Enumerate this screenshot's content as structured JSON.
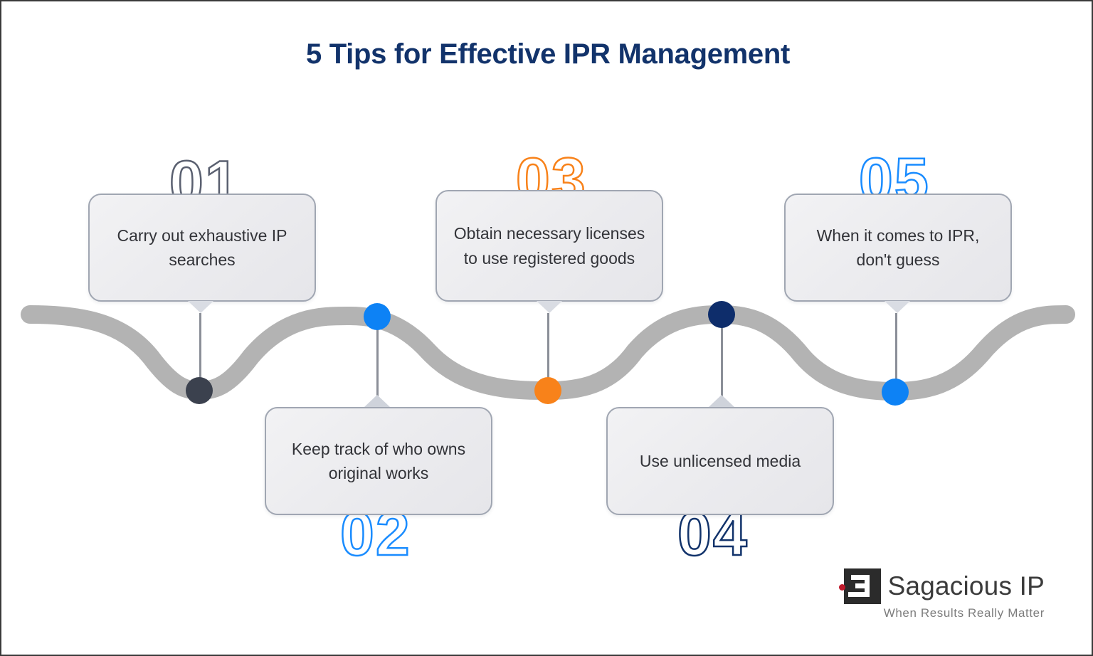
{
  "page": {
    "title": "5 Tips for Effective IPR Management",
    "background_color": "#ffffff",
    "title_color": "#12336b"
  },
  "colors": {
    "wave": "#b3b3b3",
    "card_border": "#a0a6b2",
    "text": "#323338",
    "dot_charcoal": "#3b414e",
    "dot_blue": "#0d82f5",
    "dot_orange": "#f8821a",
    "dot_navy": "#0e2d6b",
    "number_gray": "#5a6070",
    "number_orange": "#f8821a",
    "number_blue": "#1a8cff",
    "number_navy": "#12336b",
    "logo_red": "#c0192b",
    "logo_dark": "#2b2b2b"
  },
  "steps": [
    {
      "number": "01",
      "text": "Carry out exhaustive IP searches",
      "number_color": "#5a6070",
      "dot_color": "#3b414e",
      "position": "top"
    },
    {
      "number": "02",
      "text": "Keep track of who owns original works",
      "number_color": "#1a8cff",
      "dot_color": "#0d82f5",
      "position": "bottom"
    },
    {
      "number": "03",
      "text": "Obtain necessary licenses to use registered goods",
      "number_color": "#f8821a",
      "dot_color": "#f8821a",
      "position": "top"
    },
    {
      "number": "04",
      "text": "Use unlicensed media",
      "number_color": "#12336b",
      "dot_color": "#0e2d6b",
      "position": "bottom"
    },
    {
      "number": "05",
      "text": "When it comes to IPR, don't guess",
      "number_color": "#1a8cff",
      "dot_color": "#0d82f5",
      "position": "top"
    }
  ],
  "logo": {
    "name": "Sagacious IP",
    "tagline": "When Results Really Matter",
    "mark_glyph": "3"
  }
}
